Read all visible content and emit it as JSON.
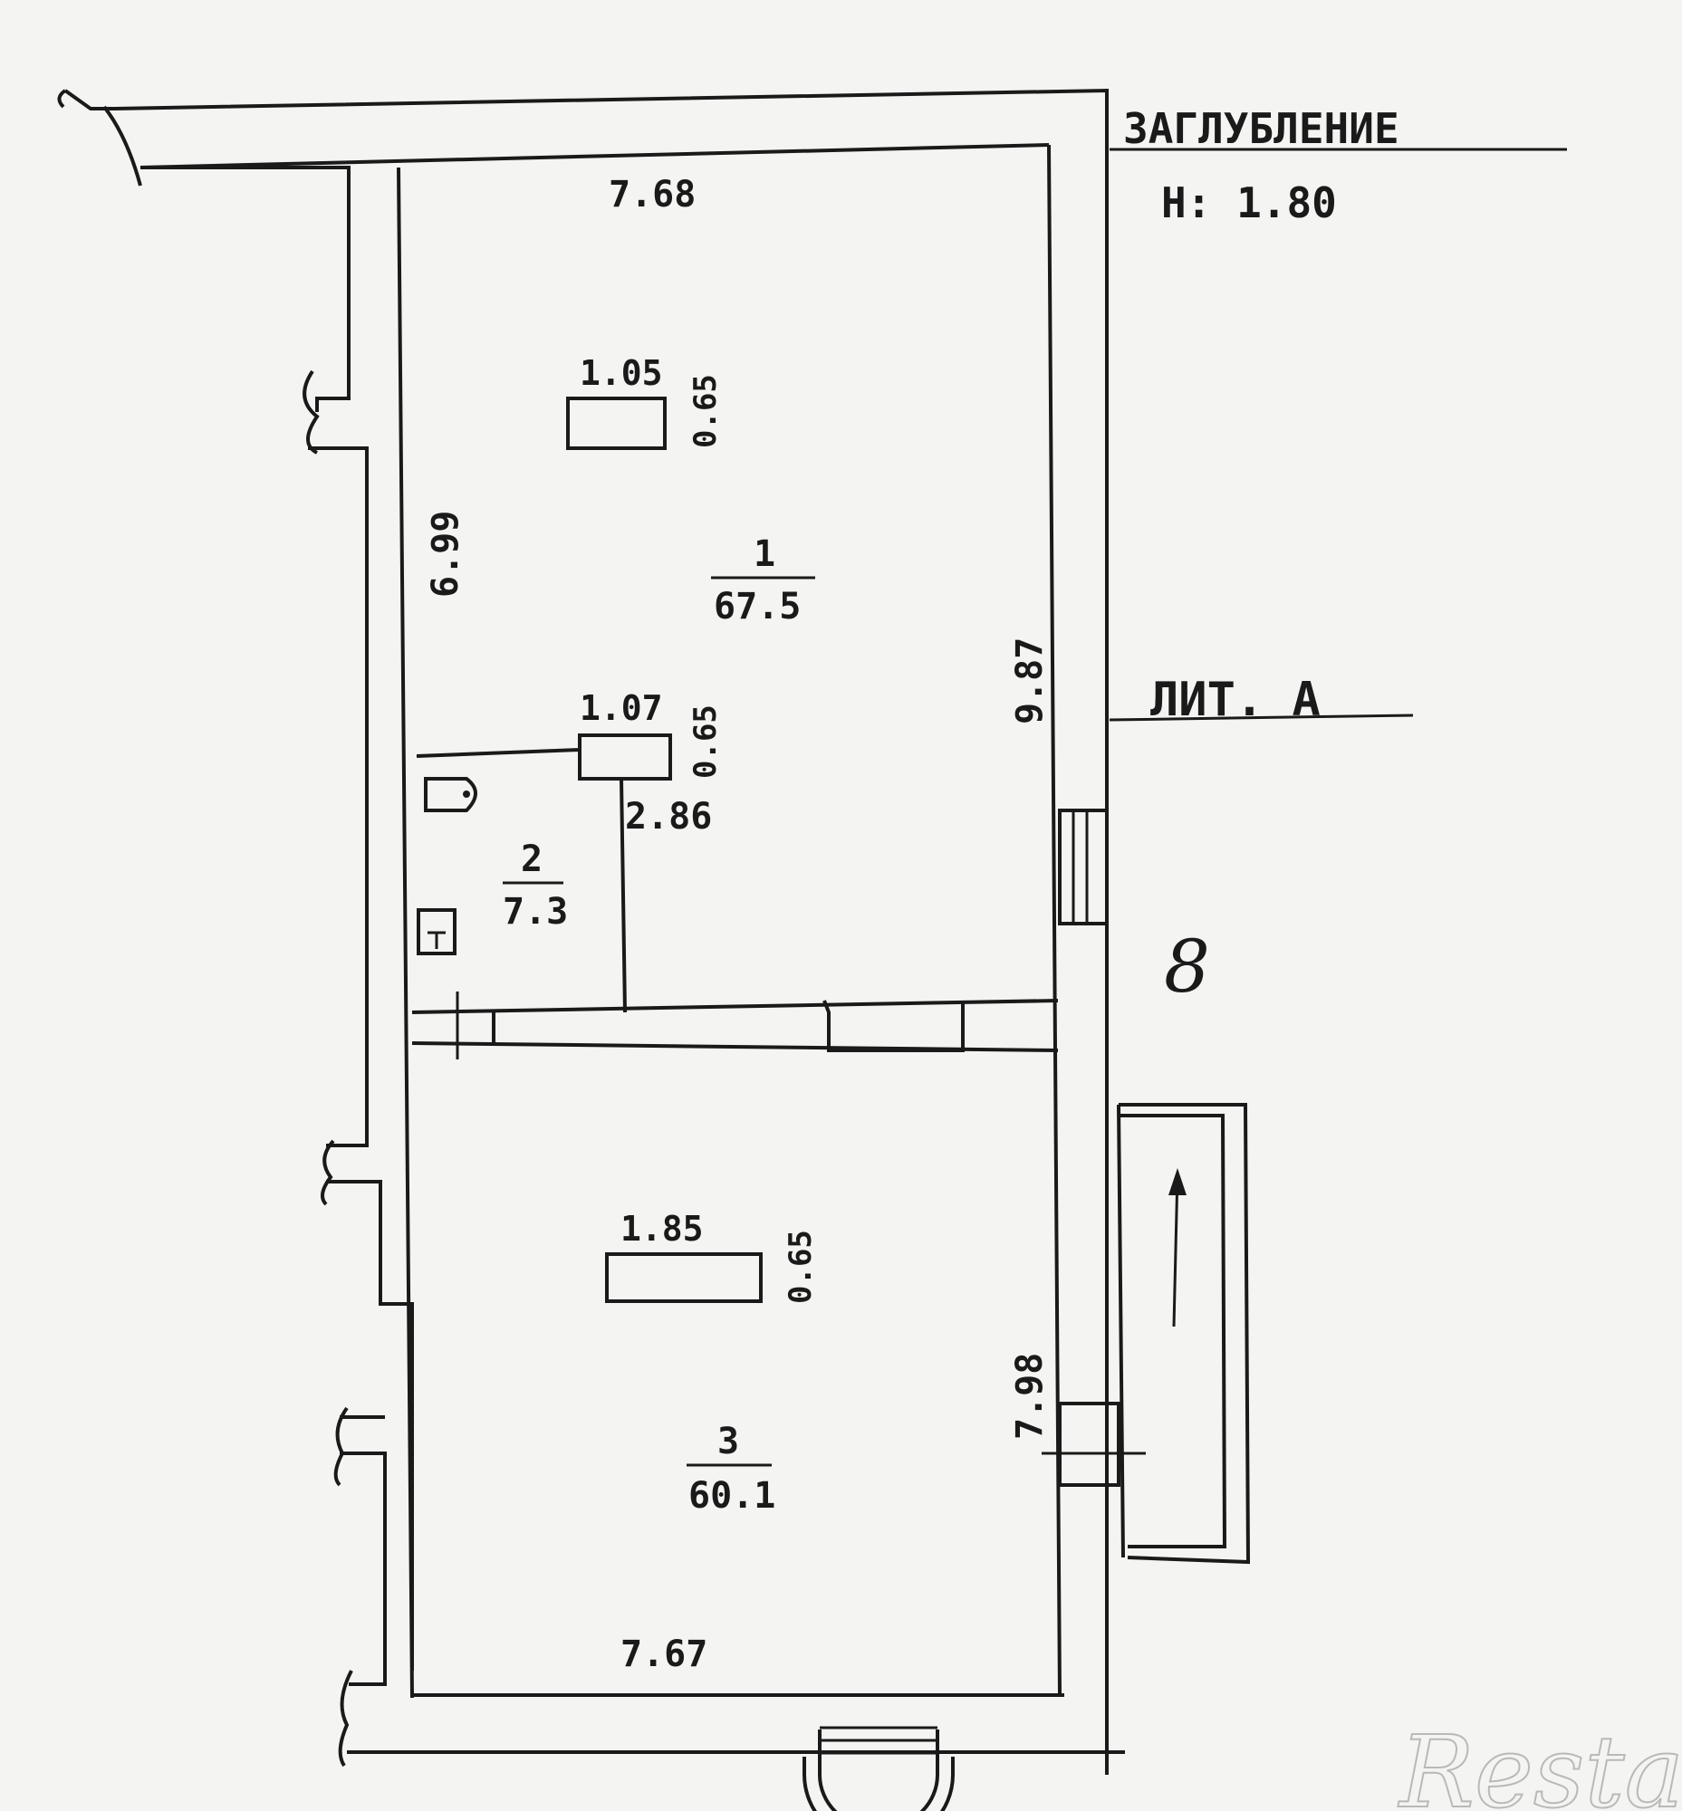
{
  "plan": {
    "depth_title": "ЗАГЛУБЛЕНИЕ",
    "depth_value": "Н: 1.80",
    "letter_label": "ЛИТ. А",
    "stair_label": "8",
    "dims": {
      "top_width": "7.68",
      "bottom_width": "7.67",
      "left_height": "6.99",
      "right_height_upper": "9.87",
      "right_height_lower": "7.98",
      "partition": "2.86"
    },
    "rooms": [
      {
        "number": "1",
        "area": "67.5"
      },
      {
        "number": "2",
        "area": "7.3"
      },
      {
        "number": "3",
        "area": "60.1"
      }
    ],
    "columns": [
      {
        "w": "1.05",
        "h": "0.65"
      },
      {
        "w": "1.07",
        "h": "0.65"
      },
      {
        "w": "1.85",
        "h": "0.65"
      }
    ]
  },
  "watermark": "Restate"
}
